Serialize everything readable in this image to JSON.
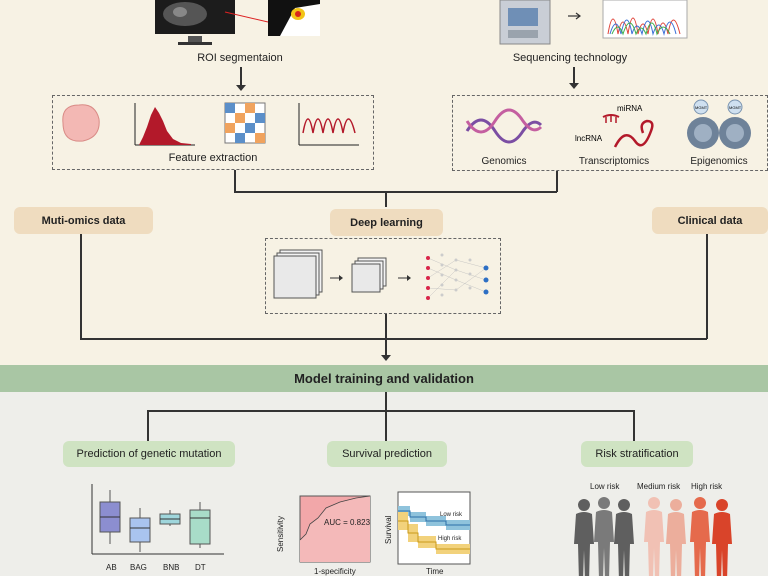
{
  "top": {
    "roi_label": "ROI segmentaion",
    "sequencing_label": "Sequencing technology",
    "feature_extraction_label": "Feature extraction",
    "genomics_label": "Genomics",
    "transcriptomics_label": "Transcriptomics",
    "epigenomics_label": "Epigenomics",
    "mirna_label": "miRNA",
    "lncrna_label": "lncRNA",
    "mgmt_label": "MGMT"
  },
  "middle": {
    "multiomics_label": "Muti-omics data",
    "deep_learning_label": "Deep learning",
    "clinical_label": "Clinical data"
  },
  "banner": {
    "title": "Model training and validation"
  },
  "outputs": {
    "genetic_mutation_label": "Prediction of genetic mutation",
    "survival_label": "Survival prediction",
    "risk_label": "Risk stratification",
    "boxplot_categories": [
      "AB",
      "BAG",
      "BNB",
      "DT"
    ],
    "roc": {
      "auc_label": "AUC = 0.823",
      "ylabel": "Sensitivity",
      "xlabel": "1-specificity"
    },
    "km": {
      "ylabel": "Survival",
      "xlabel": "Time",
      "low_label": "Low risk",
      "high_label": "High risk"
    },
    "risk_groups": {
      "low": "Low risk",
      "medium": "Medium risk",
      "high": "High risk"
    }
  },
  "colors": {
    "pill": "#efdcbf",
    "pill_green": "#cfe3c2",
    "banner": "#a9c6a4",
    "histogram": "#b3192a",
    "roc_fill": "#f2a7a9",
    "km_low": "#8fc3dc",
    "km_high": "#f2d27c"
  }
}
